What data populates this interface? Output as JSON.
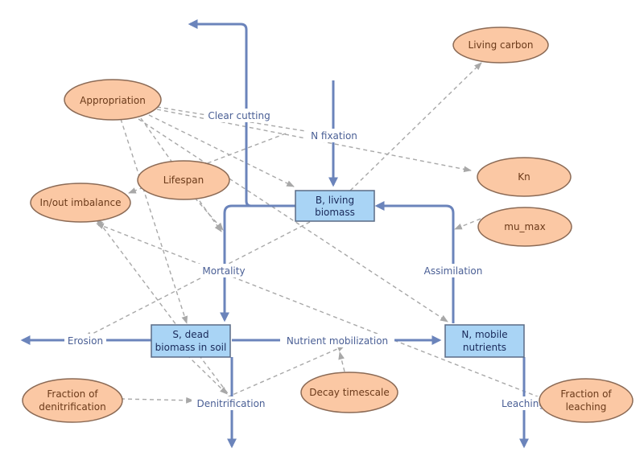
{
  "diagram": {
    "stocks": {
      "b": [
        "B, living",
        "biomass"
      ],
      "s": [
        "S, dead",
        "biomass in soil"
      ],
      "n": [
        "N, mobile",
        "nutrients"
      ]
    },
    "variables": {
      "living_carbon": [
        "Living carbon"
      ],
      "appropriation": [
        "Appropriation"
      ],
      "lifespan": [
        "Lifespan"
      ],
      "inout": [
        "In/out imbalance"
      ],
      "kn": [
        "Kn"
      ],
      "mumax": [
        "mu_max"
      ],
      "frac_denit": [
        "Fraction of",
        "denitrification"
      ],
      "decay": [
        "Decay timescale"
      ],
      "frac_leach": [
        "Fraction of",
        "leaching"
      ]
    },
    "flows": {
      "clear_cutting": "Clear cutting",
      "n_fixation": "N fixation",
      "mortality": "Mortality",
      "assimilation": "Assimilation",
      "erosion": "Erosion",
      "nutrient_mobilization": "Nutrient mobilization",
      "denitrification": "Denitrification",
      "leaching": "Leaching"
    },
    "colors": {
      "flow": "#6b84bb",
      "link": "#a8a8a8",
      "stock_fill": "#a9d4f5",
      "stock_stroke": "#5b6b85",
      "var_fill": "#fbc8a4",
      "var_stroke": "#8b6a55"
    }
  }
}
